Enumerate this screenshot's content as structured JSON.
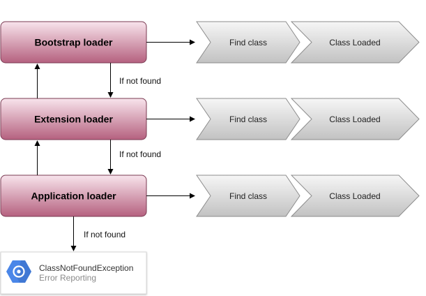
{
  "loaders": [
    {
      "label": "Bootstrap loader",
      "steps": [
        "Find class",
        "Class Loaded"
      ]
    },
    {
      "label": "Extension loader",
      "steps": [
        "Find class",
        "Class Loaded"
      ]
    },
    {
      "label": "Application loader",
      "steps": [
        "Find class",
        "Class Loaded"
      ]
    }
  ],
  "edge_labels": [
    "If not found",
    "If not found",
    "If not found"
  ],
  "error_card": {
    "title": "ClassNotFoundException",
    "subtitle": "Error Reporting",
    "icon": "google-cloud-error-reporting-icon"
  },
  "colors": {
    "loader_fill_top": "#f8e4ec",
    "loader_fill_bottom": "#b5617f",
    "loader_stroke": "#7a3a52",
    "step_fill_top": "#f6f6f6",
    "step_fill_bottom": "#c2c2c2",
    "step_stroke": "#8c8c8c",
    "icon_blue": "#4a86e8"
  }
}
